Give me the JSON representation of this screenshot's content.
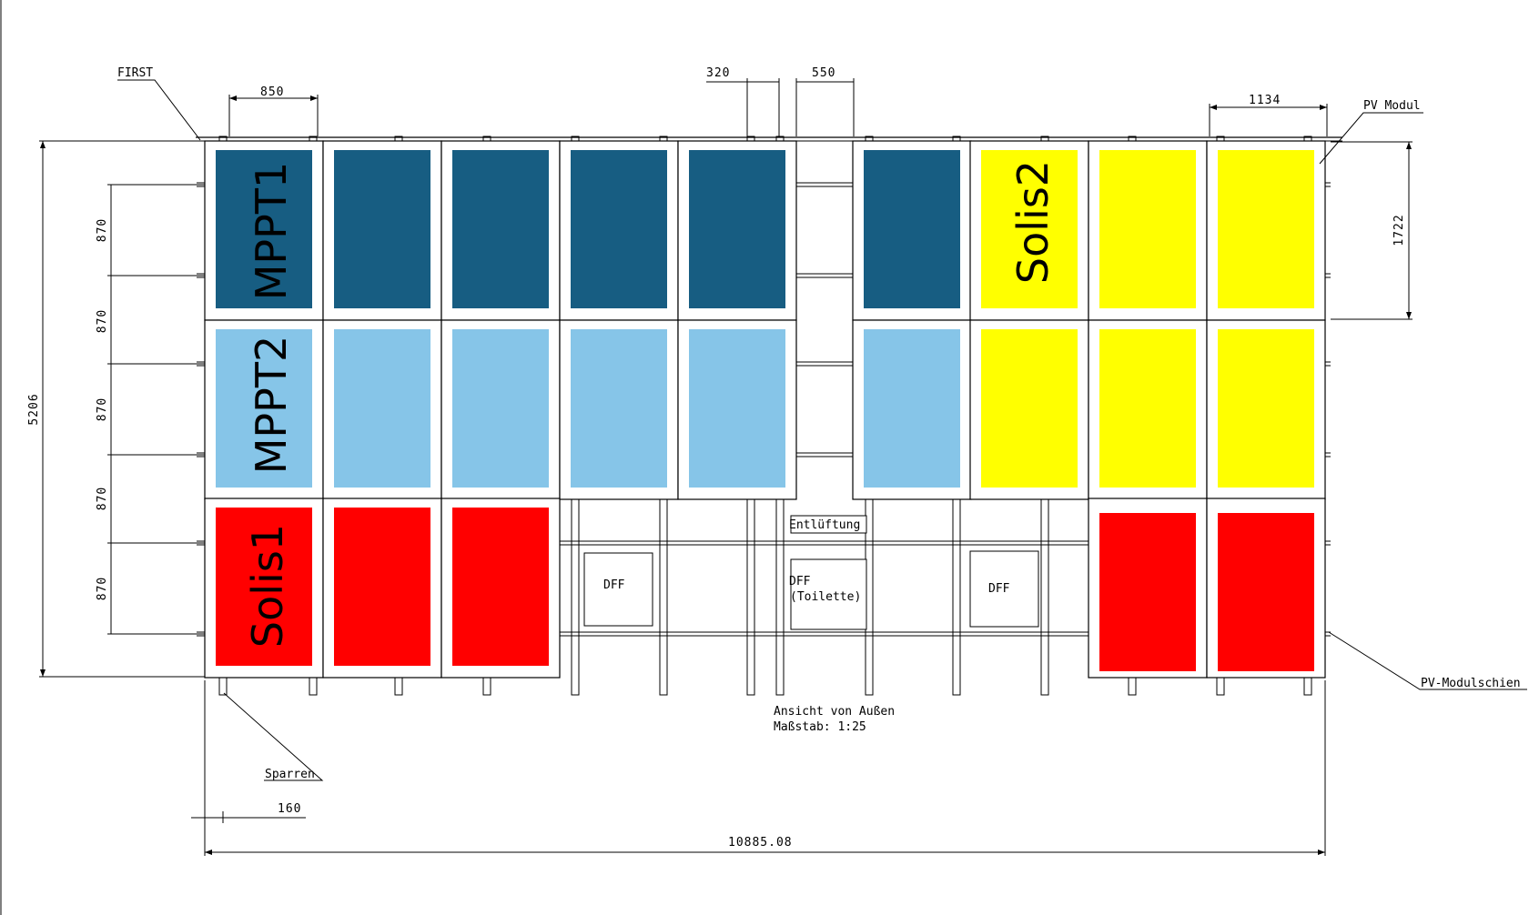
{
  "colors": {
    "mppt1": "#175d82",
    "mppt2": "#86c5e8",
    "solis1": "#ff0000",
    "solis2": "#ffff00",
    "line": "#000000"
  },
  "groups": {
    "mppt1": "MPPT1",
    "mppt2": "MPPT2",
    "solis1": "Solis1",
    "solis2": "Solis2"
  },
  "callouts": {
    "first": "FIRST",
    "pv_modul": "PV Modul",
    "pv_modulschiene": "PV-Modulschien",
    "sparren": "Sparren"
  },
  "openings": {
    "dff_left": "DFF",
    "dff_right": "DFF",
    "dff_toilet_line1": "DFF",
    "dff_toilet_line2": "(Toilette)",
    "entlueftung": "Entlüftung"
  },
  "caption": {
    "view": "Ansicht von Außen",
    "scale": "Maßstab:  1:25"
  },
  "dimensions": {
    "module_width": "850",
    "gap_320": "320",
    "gap_550": "550",
    "module_1134": "1134",
    "module_height": "1722",
    "roof_height": "5206",
    "rafter_spacing": [
      "870",
      "870",
      "870",
      "870",
      "870"
    ],
    "rafter_offset": "160",
    "total_width": "10885.08"
  }
}
